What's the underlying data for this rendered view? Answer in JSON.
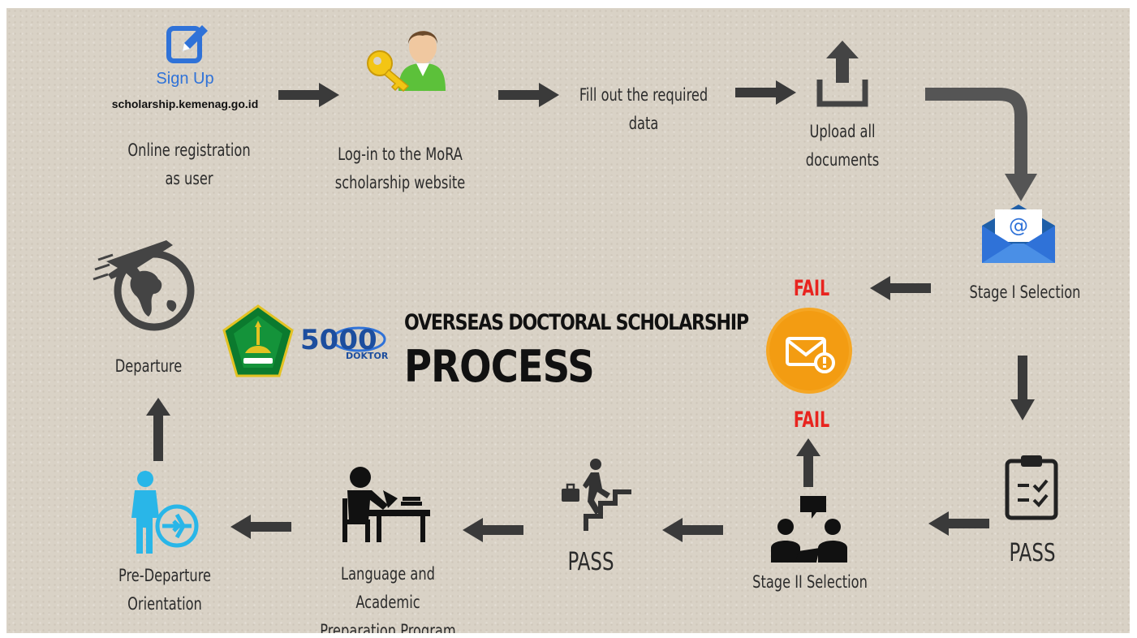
{
  "title": {
    "line1": "OVERSEAS DOCTORAL SCHOLARSHIP",
    "line2": "PROCESS"
  },
  "logos": {
    "doktor_number": "5000",
    "doktor_word": "DOKTOR"
  },
  "steps": {
    "signup": {
      "icon_label": "Sign Up",
      "url": "scholarship.kemenag.go.id",
      "label": "Online registration\nas user"
    },
    "login": {
      "label": "Log-in to the MoRA\nscholarship website"
    },
    "fill": {
      "label": "Fill out the required\ndata"
    },
    "upload": {
      "label": "Upload all\ndocuments"
    },
    "stage1": {
      "label": "Stage I  Selection"
    },
    "pass1": {
      "label": "PASS"
    },
    "stage2": {
      "label": "Stage II Selection"
    },
    "pass2": {
      "label": "PASS"
    },
    "language": {
      "label": "Language and\nAcademic\nPreparation Program"
    },
    "predeparture": {
      "label": "Pre-Departure\nOrientation"
    },
    "departure": {
      "label": "Departure"
    }
  },
  "fail": {
    "top": "FAIL",
    "bottom": "FAIL"
  },
  "colors": {
    "accent_blue": "#2f72d8",
    "fail_red": "#e8241f",
    "fail_circle": "#f39c12",
    "arrow": "#3a3a3a",
    "cyan": "#29b6e8"
  },
  "icons": {
    "signup": "edit-icon",
    "login": "user-key-icon",
    "upload": "upload-icon",
    "stage1": "email-envelope-icon",
    "fail": "mail-alert-icon",
    "pass1": "checklist-clipboard-icon",
    "stage2": "interview-icon",
    "pass2": "climbing-stairs-icon",
    "language": "student-studying-icon",
    "predeparture": "traveler-icon",
    "departure": "plane-globe-icon"
  }
}
